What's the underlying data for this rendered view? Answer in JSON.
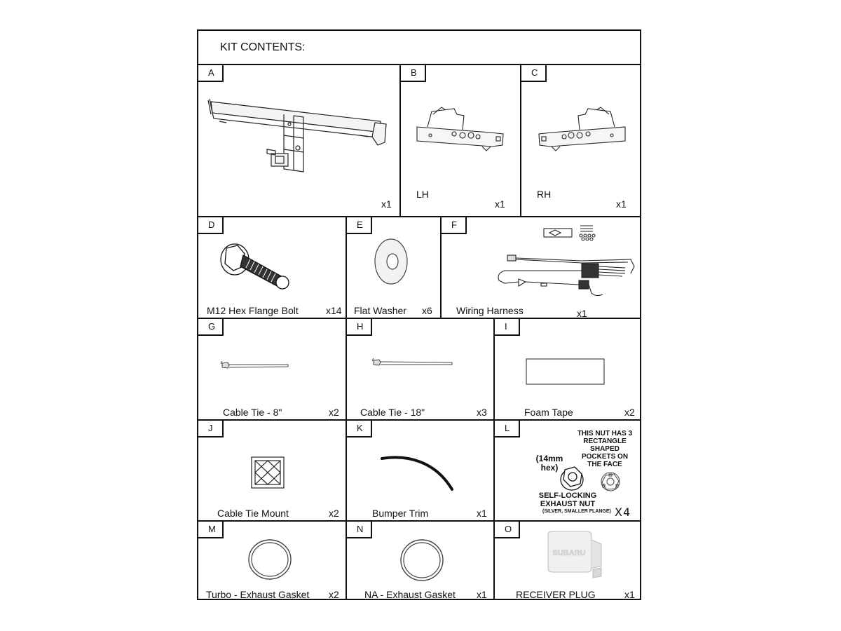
{
  "title": "KIT CONTENTS:",
  "items": {
    "A": {
      "letter": "A",
      "label": "",
      "qty": "x1"
    },
    "B": {
      "letter": "B",
      "label": "LH",
      "qty": "x1"
    },
    "C": {
      "letter": "C",
      "label": "RH",
      "qty": "x1"
    },
    "D": {
      "letter": "D",
      "label": "M12 Hex Flange Bolt",
      "qty": "x14"
    },
    "E": {
      "letter": "E",
      "label": "Flat Washer",
      "qty": "x6"
    },
    "F": {
      "letter": "F",
      "label": "Wiring Harness",
      "qty": "x1"
    },
    "G": {
      "letter": "G",
      "label": "Cable Tie - 8\"",
      "qty": "x2"
    },
    "H": {
      "letter": "H",
      "label": "Cable Tie - 18\"",
      "qty": "x3"
    },
    "I": {
      "letter": "I",
      "label": "Foam Tape",
      "qty": "x2"
    },
    "J": {
      "letter": "J",
      "label": "Cable Tie Mount",
      "qty": "x2"
    },
    "K": {
      "letter": "K",
      "label": "Bumper Trim",
      "qty": "x1"
    },
    "L": {
      "letter": "L",
      "hex_note": "(14mm\nhex)",
      "pocket_note": "THIS NUT HAS 3\nRECTANGLE\nSHAPED\nPOCKETS ON\nTHE FACE",
      "nut_name": "SELF-LOCKING\nEXHAUST NUT",
      "nut_detail": "(SILVER, SMALLER FLANGE)",
      "qty": "X4"
    },
    "M": {
      "letter": "M",
      "label": "Turbo - Exhaust Gasket",
      "qty": "x2"
    },
    "N": {
      "letter": "N",
      "label": "NA - Exhaust Gasket",
      "qty": "x1"
    },
    "O": {
      "letter": "O",
      "label": "RECEIVER PLUG",
      "qty": "x1",
      "logo_text": "SUBARU"
    }
  }
}
